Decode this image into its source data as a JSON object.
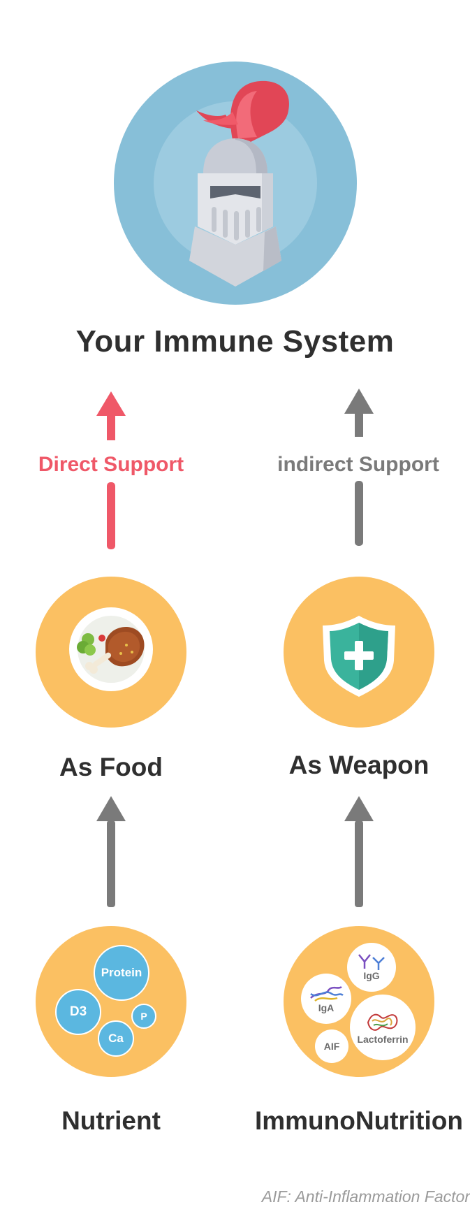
{
  "title": "Your Immune System",
  "supports": {
    "direct": {
      "label": "Direct Support",
      "color": "#ef5868"
    },
    "indirect": {
      "label": "indirect Support",
      "color": "#7a7a7a"
    }
  },
  "nodes": {
    "food": {
      "label": "As Food"
    },
    "weapon": {
      "label": "As Weapon"
    },
    "nutrient": {
      "label": "Nutrient",
      "items": [
        "Protein",
        "D3",
        "P",
        "Ca"
      ]
    },
    "immuno": {
      "label": "ImmunoNutrition",
      "items": [
        "IgG",
        "IgA",
        "Lactoferrin",
        "AIF"
      ]
    }
  },
  "footnote": "AIF: Anti-Inflammation Factor",
  "colors": {
    "orange": "#fbc062",
    "blue_outer": "#87bfd8",
    "blue_inner": "#9ccbe0",
    "gray_arrow": "#7a7a7a",
    "red_arrow": "#ef5868",
    "shield": "#3ab39c"
  },
  "icons": {
    "hero": "knight-helmet-icon",
    "food": "chicken-plate-icon",
    "weapon": "shield-plus-icon"
  }
}
